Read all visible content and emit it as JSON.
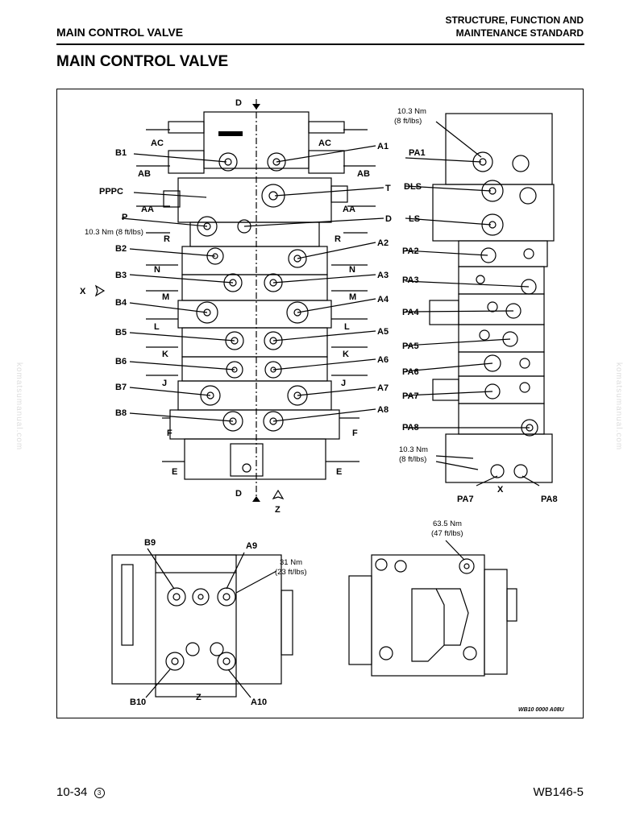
{
  "header": {
    "left": "MAIN CONTROL VALVE",
    "right_line1": "STRUCTURE, FUNCTION AND",
    "right_line2": "MAINTENANCE STANDARD"
  },
  "title": "MAIN CONTROL VALVE",
  "figure": {
    "front": {
      "top_section": "D",
      "bottom_section": "D",
      "arrow_x": "X",
      "arrow_z": "Z",
      "torque_lines": [
        "10.3 Nm (8 ft/lbs)"
      ],
      "left_labels": [
        "B1",
        "PPPC",
        "P",
        "B2",
        "B3",
        "B4",
        "B5",
        "B6",
        "B7",
        "B8"
      ],
      "right_labels": [
        "A1",
        "T",
        "D",
        "A2",
        "A3",
        "A4",
        "A5",
        "A6",
        "A7",
        "A8"
      ],
      "sections": [
        "AC",
        "AB",
        "AA",
        "R",
        "N",
        "M",
        "L",
        "K",
        "J",
        "F",
        "E"
      ]
    },
    "side": {
      "torque_top_1": "10.3 Nm",
      "torque_top_2": "(8 ft/lbs)",
      "labels": [
        "PA1",
        "DLS",
        "LS",
        "PA2",
        "PA3",
        "PA4",
        "PA5",
        "PA6",
        "PA7",
        "PA8"
      ],
      "torque_bottom_1": "10.3 Nm",
      "torque_bottom_2": "(8 ft/lbs)",
      "bottom_labels": [
        "PA7",
        "X",
        "PA8"
      ]
    },
    "bottom_left": {
      "labels": [
        "B9",
        "A9",
        "B10",
        "A10",
        "Z"
      ],
      "torque_1": "31 Nm",
      "torque_2": "(23 ft/lbs)"
    },
    "bottom_right": {
      "torque_1": "63.5 Nm",
      "torque_2": "(47 ft/lbs)"
    },
    "code": "WB10 0000 A08U"
  },
  "watermark": "komatsumanual.com",
  "footer": {
    "left": "10-34",
    "revision": "3",
    "right": "WB146-5"
  }
}
